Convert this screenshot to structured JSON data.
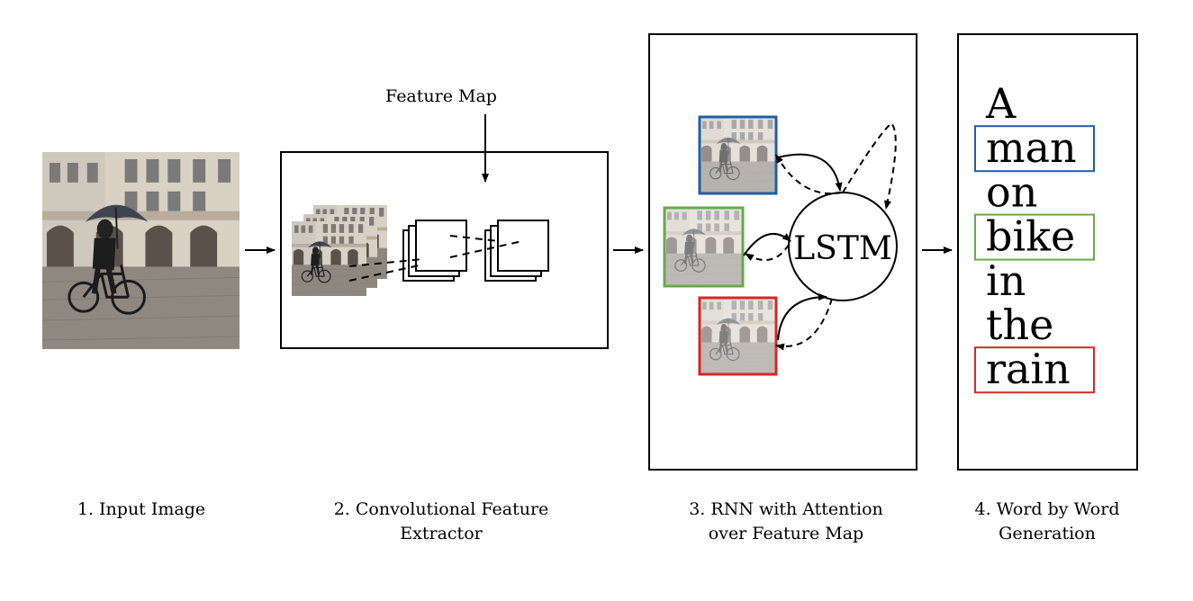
{
  "feature_map_label": "Feature Map",
  "lstm_label": "LSTM",
  "captions": {
    "step1": "1. Input Image",
    "step2_line1": "2. Convolutional Feature",
    "step2_line2": "Extractor",
    "step3_line1": "3. RNN with Attention",
    "step3_line2": "over Feature Map",
    "step4_line1": "4. Word by Word",
    "step4_line2": "Generation"
  },
  "words": [
    {
      "text": "A",
      "highlight": null
    },
    {
      "text": "man",
      "highlight": "#1f5fa8"
    },
    {
      "text": "on",
      "highlight": null
    },
    {
      "text": "bike",
      "highlight": "#6aa84f"
    },
    {
      "text": "in",
      "highlight": null
    },
    {
      "text": "the",
      "highlight": null
    },
    {
      "text": "rain",
      "highlight": "#d62728"
    }
  ],
  "attention_colors": {
    "blue": "#1f5fa8",
    "green": "#6aa84f",
    "red": "#d62728"
  },
  "input_image": {
    "subject": "cyclist with umbrella on wet cobblestone street in front of buildings"
  }
}
